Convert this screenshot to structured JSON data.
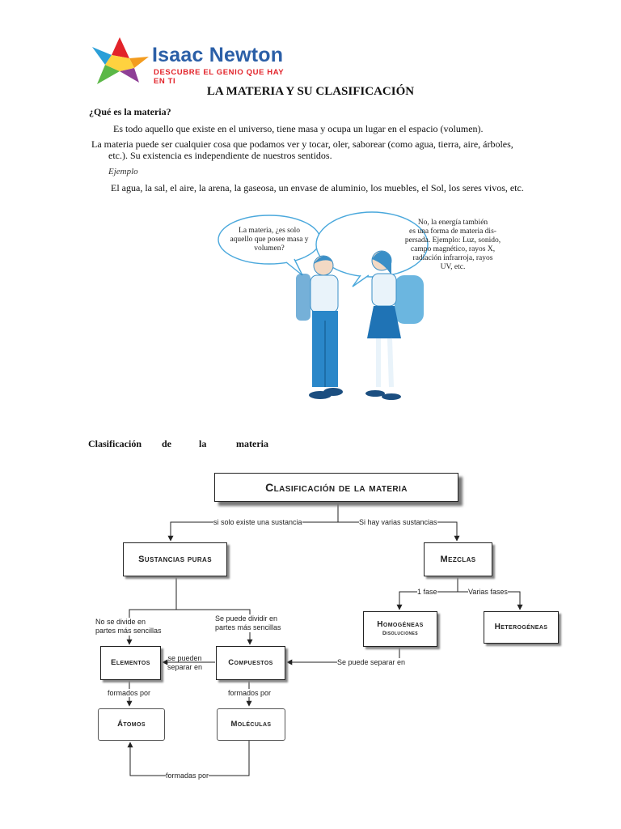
{
  "header": {
    "logo_name": "Isaac Newton",
    "logo_tagline": "DESCUBRE EL GENIO QUE HAY EN TI"
  },
  "doc": {
    "title": "LA MATERIA Y SU CLASIFICACIÓN",
    "question": "¿Qué es la materia?",
    "definition": "Es todo aquello que existe en el universo, tiene masa y ocupa un lugar en el espacio (volumen).",
    "para_line1": "La materia puede ser cualquier cosa que podamos ver y tocar, oler, saborear (como agua, tierra, aire, árboles,",
    "para_line2": "etc.). Su existencia es independiente de nuestros sentidos.",
    "example_label": "Ejemplo",
    "example_text": "El agua, la sal, el aire, la arena, la gaseosa, un envase de aluminio, los muebles, el Sol, los seres vivos, etc."
  },
  "illustration": {
    "bubble_left": [
      "La materia, ¿es solo",
      "aquello que posee masa y",
      "volumen?"
    ],
    "bubble_right": [
      "No, la energía también",
      "es una forma de materia dis-",
      "persada. Ejemplo: Luz, sonido,",
      "campo magnético, rayos X,",
      "radiación infrarroja, rayos",
      "UV, etc."
    ]
  },
  "section_heading": [
    "Clasificación",
    "de",
    "la",
    "materia"
  ],
  "diagram": {
    "root": "Clasificación de la materia",
    "edge_single": "si solo existe una sustancia",
    "edge_several": "Si hay varias sustancias",
    "pure": "Sustancias puras",
    "mixtures": "Mezclas",
    "edge_one_phase": "1 fase",
    "edge_many_phases": "Varias fases",
    "homogeneous": "Homogéneas",
    "homogeneous_sub": "Disoluciones",
    "heterogeneous": "Heterogéneas",
    "edge_not_divisible": [
      "No se divide en",
      "partes más sencillas"
    ],
    "edge_divisible": [
      "Se puede dividir en",
      "partes más sencillas"
    ],
    "elements": "Elementos",
    "compounds": "Compuestos",
    "edge_separable": [
      "se pueden",
      "separar en"
    ],
    "edge_mix_separate": "Se puede separar en",
    "edge_formed_by_1": "formados por",
    "edge_formed_by_2": "formados por",
    "atoms": "Átomos",
    "molecules": "Moléculas",
    "edge_formed_by_f": "formadas por"
  }
}
